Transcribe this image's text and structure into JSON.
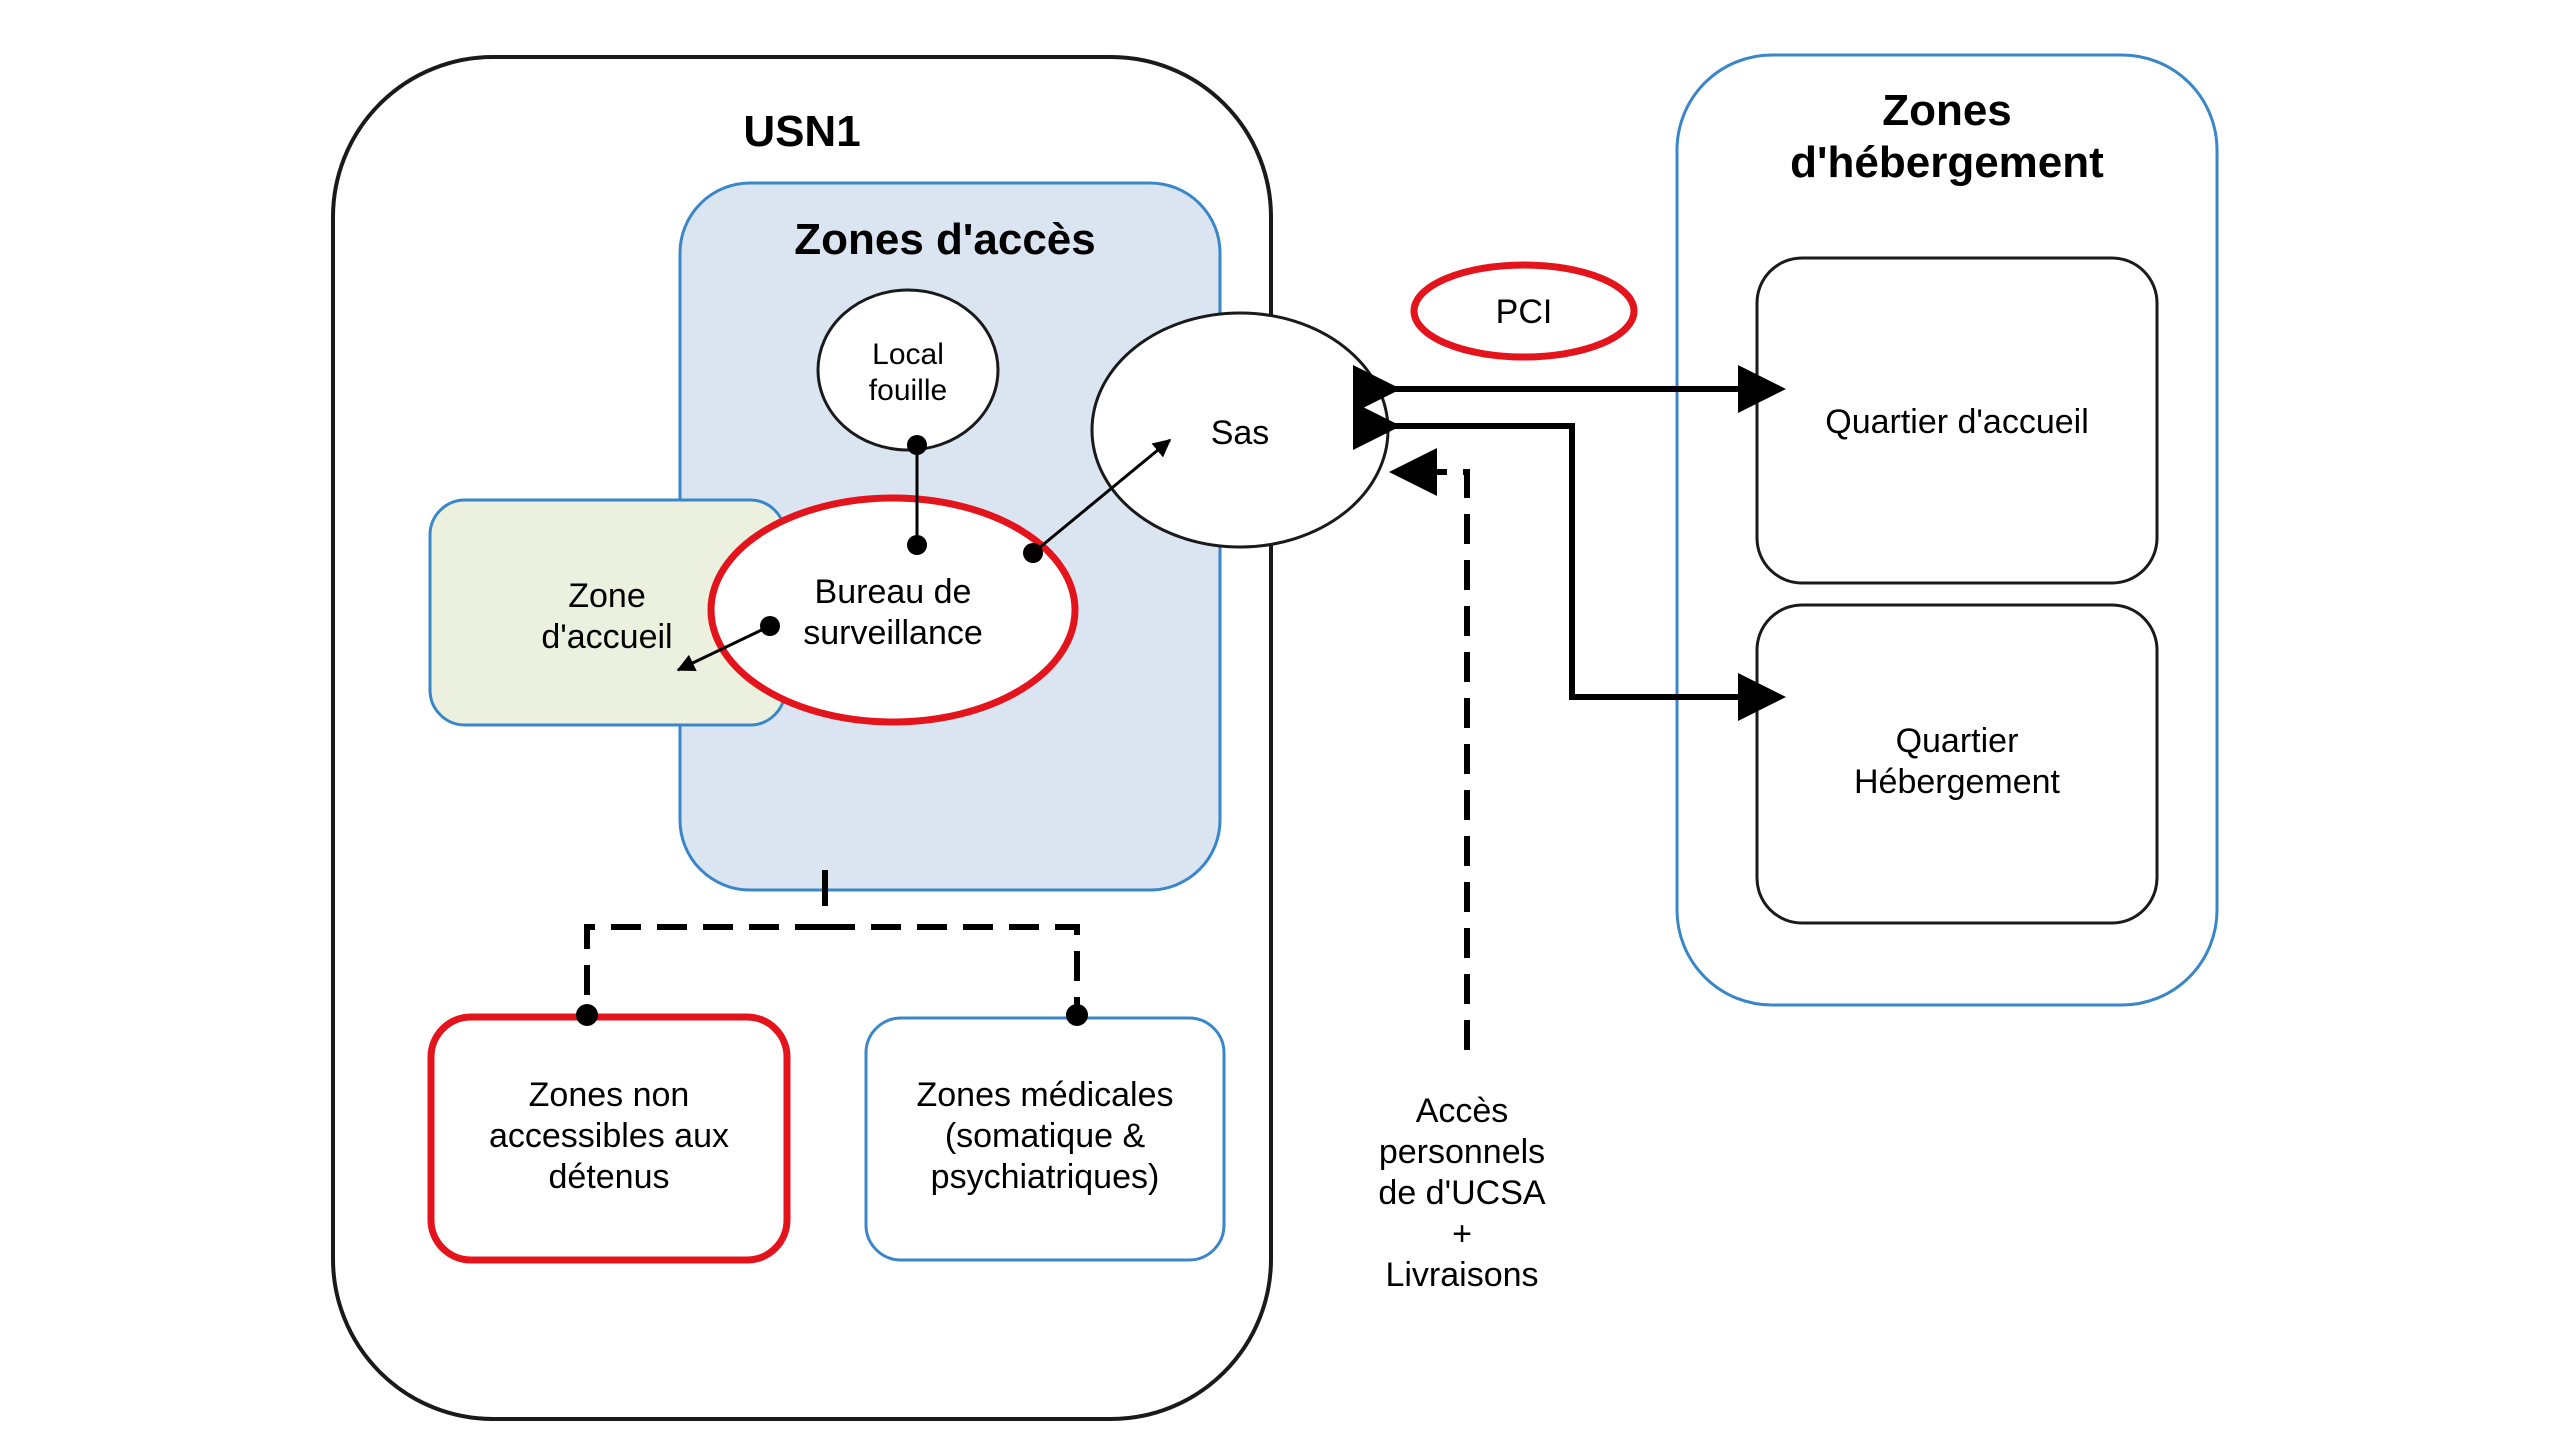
{
  "usn1": {
    "title": "USN1"
  },
  "zones_acces": {
    "title": "Zones d'accès",
    "local_fouille": [
      "Local",
      "fouille"
    ],
    "bureau_surveillance": [
      "Bureau de",
      "surveillance"
    ],
    "zone_accueil": [
      "Zone",
      "d'accueil"
    ]
  },
  "sas": {
    "label": "Sas"
  },
  "pci": {
    "label": "PCI"
  },
  "zones_non_accessibles": [
    "Zones non",
    "accessibles aux",
    "détenus"
  ],
  "zones_medicales": [
    "Zones médicales",
    "(somatique &",
    "psychiatriques)"
  ],
  "zones_hebergement": {
    "title": [
      "Zones",
      "d'hébergement"
    ],
    "quartier_accueil": "Quartier d'accueil",
    "quartier_hebergement": [
      "Quartier",
      "Hébergement"
    ]
  },
  "acces_personnels": [
    "Accès",
    "personnels",
    "de d'UCSA",
    "+",
    "Livraisons"
  ],
  "colors": {
    "border_dark": "#1a1a1a",
    "border_blue": "#3a86c8",
    "border_red": "#e3141c",
    "fill_blue": "#dbe5f1",
    "fill_green": "#ebf1de",
    "background": "#ffffff"
  }
}
